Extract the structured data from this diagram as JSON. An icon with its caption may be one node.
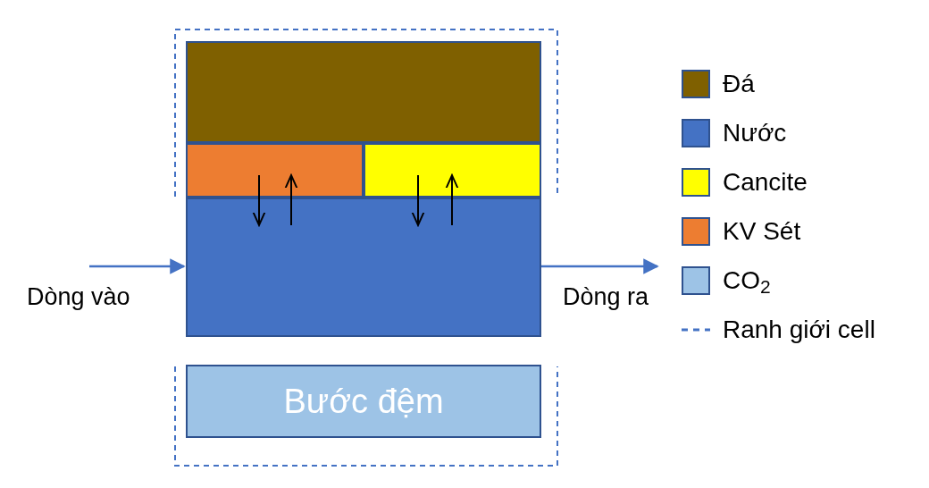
{
  "diagram": {
    "nodes": [
      {
        "text": [],
        "shape": "box"
      },
      {
        "text": [],
        "shape": "box"
      },
      {
        "text": [],
        "shape": "box"
      },
      {
        "text": [],
        "shape": "box"
      },
      {
        "text": [
          "Bước đệm"
        ]
      }
    ],
    "edges": [
      {
        "from": null,
        "to": 3,
        "arrow": "to",
        "label": "Dòng vào",
        "color": "#4472c4"
      },
      {
        "from": 3,
        "to": null,
        "arrow": "to",
        "label": "Dòng ra",
        "color": "#4472c4"
      },
      {
        "from": 1,
        "to": 3,
        "arrow": "to"
      },
      {
        "from": 3,
        "to": 1,
        "arrow": "to"
      },
      {
        "from": 2,
        "to": 3,
        "arrow": "to"
      },
      {
        "from": 3,
        "to": 2,
        "arrow": "to"
      }
    ],
    "legend": [
      {
        "text": "Đá",
        "color": "#7f6000"
      },
      {
        "text": "Nước",
        "color": "#4472c4"
      },
      {
        "text": "Cancite",
        "color": "#ffff00"
      },
      {
        "text": "KV Sét",
        "color": "#ed7d31"
      },
      {
        "text": "CO$_{2}$",
        "color": "#9dc3e6"
      },
      {
        "text": "Ranh giới cell"
      }
    ]
  }
}
